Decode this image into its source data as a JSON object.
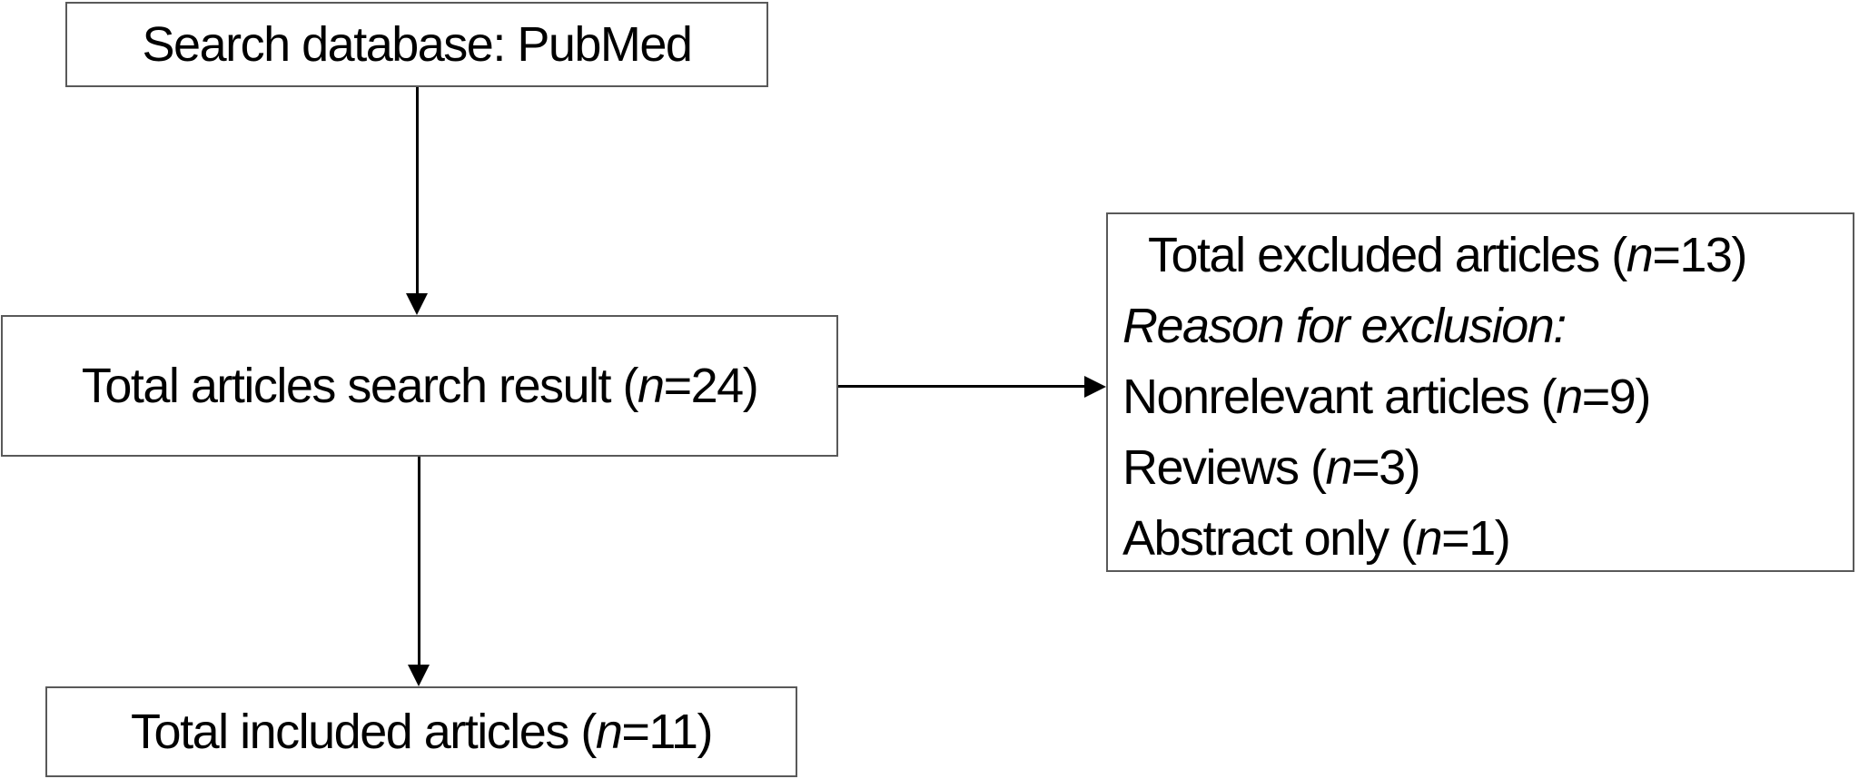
{
  "colors": {
    "background": "#ffffff",
    "box_border": "#595959",
    "arrow": "#000000",
    "text": "#000000"
  },
  "flowchart": {
    "box_search_database": {
      "text": "Search database: PubMed"
    },
    "box_search_result": {
      "before": "Total articles search result (",
      "n": "n",
      "after": "=24)"
    },
    "box_excluded": {
      "line_total": {
        "before": "Total excluded articles (",
        "n": "n",
        "after": "=13)"
      },
      "line_reason": {
        "text": "Reason for exclusion:"
      },
      "line_nonrelevant": {
        "before": "Nonrelevant articles (",
        "n": "n",
        "after": "=9)"
      },
      "line_reviews": {
        "before": "Reviews (",
        "n": "n",
        "after": "=3)"
      },
      "line_abstract": {
        "before": "Abstract only (",
        "n": "n",
        "after": "=1)"
      }
    },
    "box_included": {
      "before": "Total included articles (",
      "n": "n",
      "after": "=11)"
    }
  }
}
